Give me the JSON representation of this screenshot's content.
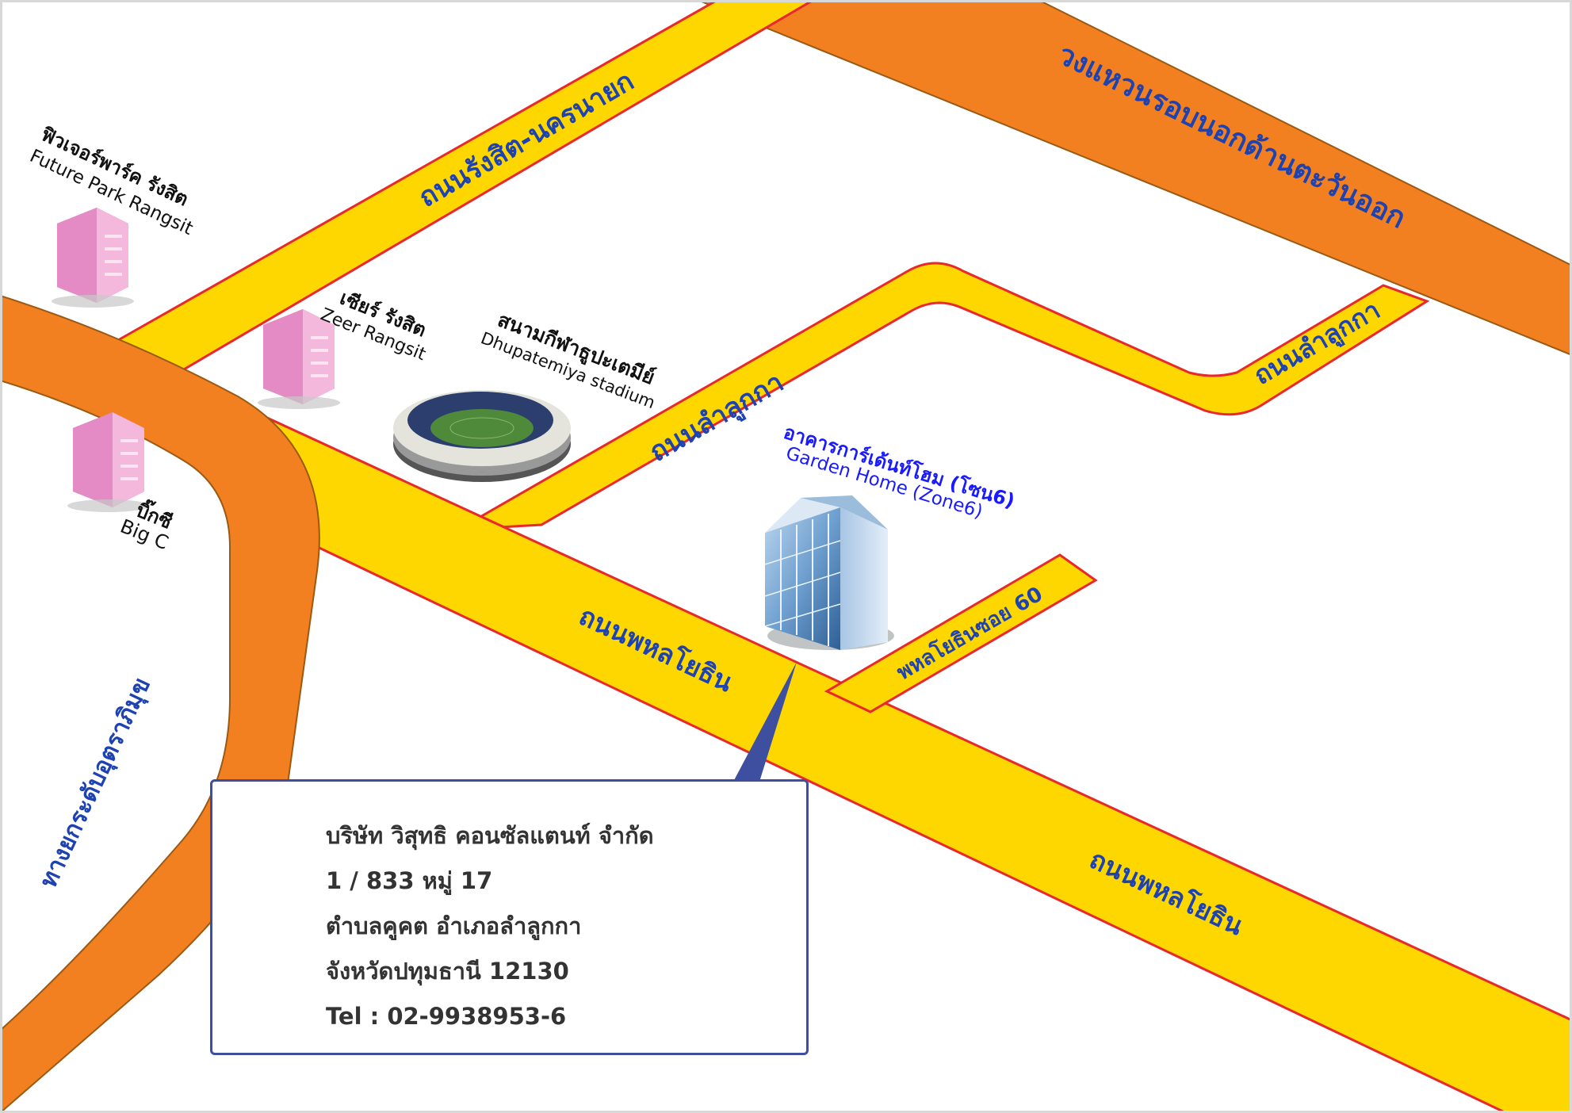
{
  "colors": {
    "background": "#ffffff",
    "major_road": "#f28021",
    "minor_road": "#ffd700",
    "road_edge": "#e8282a",
    "road_label": "#1e43b0",
    "highlight_label": "#1a1aff",
    "callout_border": "#3d4f9e"
  },
  "roads": {
    "outer_ring_east": "วงแหวนรอบนอกด้านตะวันออก",
    "rangsit_nakhonnayok": "ถนนรังสิต-นครนายก",
    "lam_luk_ka_1": "ถนนลำลูกกา",
    "lam_luk_ka_2": "ถนนลำลูกกา",
    "phahonyothin_1": "ถนนพหลโยธิน",
    "phahonyothin_2": "ถนนพหลโยธิน",
    "phahonyothin_soi_60": "พหลโยธินซอย 60",
    "uttaraphimuk_expressway": "ทางยกระดับอุตราภิมุข"
  },
  "landmarks": {
    "future_park": {
      "th": "ฟิวเจอร์พาร์ค รังสิต",
      "en": "Future Park Rangsit",
      "icon": "pink-building-icon"
    },
    "zeer": {
      "th": "เซียร์ รังสิต",
      "en": "Zeer Rangsit",
      "icon": "pink-building-icon"
    },
    "big_c": {
      "th": "บิ๊กซี",
      "en": "Big C",
      "icon": "pink-building-icon"
    },
    "stadium": {
      "th": "สนามกีฬาธูปะเตมีย์",
      "en": "Dhupatemiya stadium",
      "icon": "stadium-icon"
    },
    "garden_home": {
      "th": "อาคารการ์เด้นท์โฮม (โซน6)",
      "en": "Garden Home (Zone6)",
      "icon": "glass-office-building-icon"
    }
  },
  "address": {
    "company": "บริษัท วิสุทธิ คอนซัลแตนท์ จำกัด",
    "line1": "1 / 833 หมู่ 17",
    "line2": "ตำบลคูคต  อำเภอลำลูกกา",
    "line3": "จังหวัดปทุมธานี  12130",
    "tel": "Tel : 02-9938953-6"
  }
}
